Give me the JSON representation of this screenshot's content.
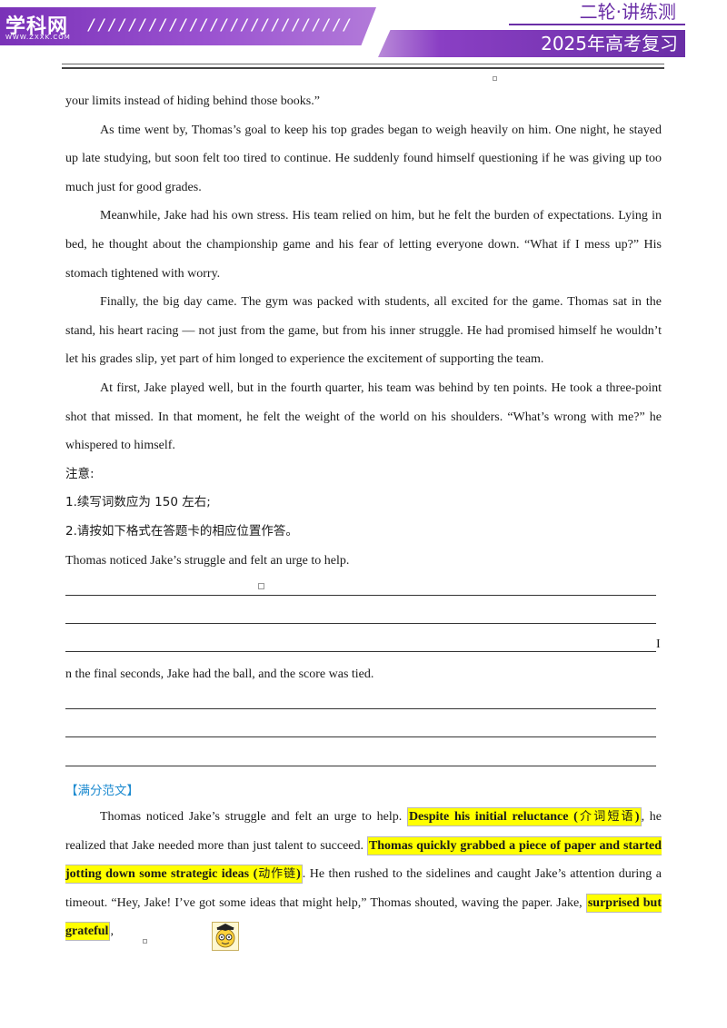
{
  "header": {
    "logo_text": "学科网",
    "logo_url": "WWW.ZXXK.COM",
    "slashes": "//////////////////////////",
    "series": "二轮·讲练测",
    "exam": "2025年高考复习"
  },
  "passage": {
    "p0": "your limits instead of hiding behind those books.”",
    "p1": "As time went by, Thomas’s goal to keep his top grades began to weigh heavily on him. One night, he stayed up late studying, but soon felt too tired to continue. He suddenly found himself questioning if he was giving up too much just for good grades.",
    "p2": "Meanwhile, Jake had his own stress. His team relied on him, but he felt the burden of expectations. Lying in bed, he thought about the championship game and his fear of letting everyone down. “What if I mess up?” His stomach tightened with worry.",
    "p3": "Finally, the big day came. The gym was packed with students, all excited for the game. Thomas sat in the stand, his heart racing — not just from the game, but from his inner struggle. He had promised himself he wouldn’t let his grades slip, yet part of him longed to experience the excitement of supporting the team.",
    "p4": "At first, Jake played well, but in the fourth quarter, his team was behind by ten points. He took a three-point shot that missed. In that moment, he felt the weight of the world on his shoulders. “What’s wrong with me?” he whispered to himself."
  },
  "notes": {
    "title": "注意:",
    "n1": "1.续写词数应为 150 左右;",
    "n2": "2.请按如下格式在答题卡的相应位置作答。"
  },
  "prompts": {
    "first": "Thomas noticed Jake’s struggle and felt an urge to help.",
    "second_first_letter": "I",
    "second_rest": "n the final seconds, Jake had the ball, and the score was tied."
  },
  "sample": {
    "title": "【满分范文】",
    "s1": "Thomas noticed Jake’s struggle and felt an urge to help. ",
    "h1": "Despite his initial reluctance (",
    "h1_note": "介词短语",
    "h1_end": ")",
    "s2": ", he realized that Jake needed more than just talent to succeed. ",
    "h2": "Thomas quickly grabbed a piece of paper and started jotting down some strategic ideas (",
    "h2_note": "动作链",
    "h2_end": ")",
    "s3": ". He then rushed to the sidelines and caught Jake’s attention during a timeout. “Hey, Jake! I’ve got some ideas that might help,” Thomas shouted, waving the paper. Jake, ",
    "h3": "surprised but grateful",
    "s4": ","
  }
}
